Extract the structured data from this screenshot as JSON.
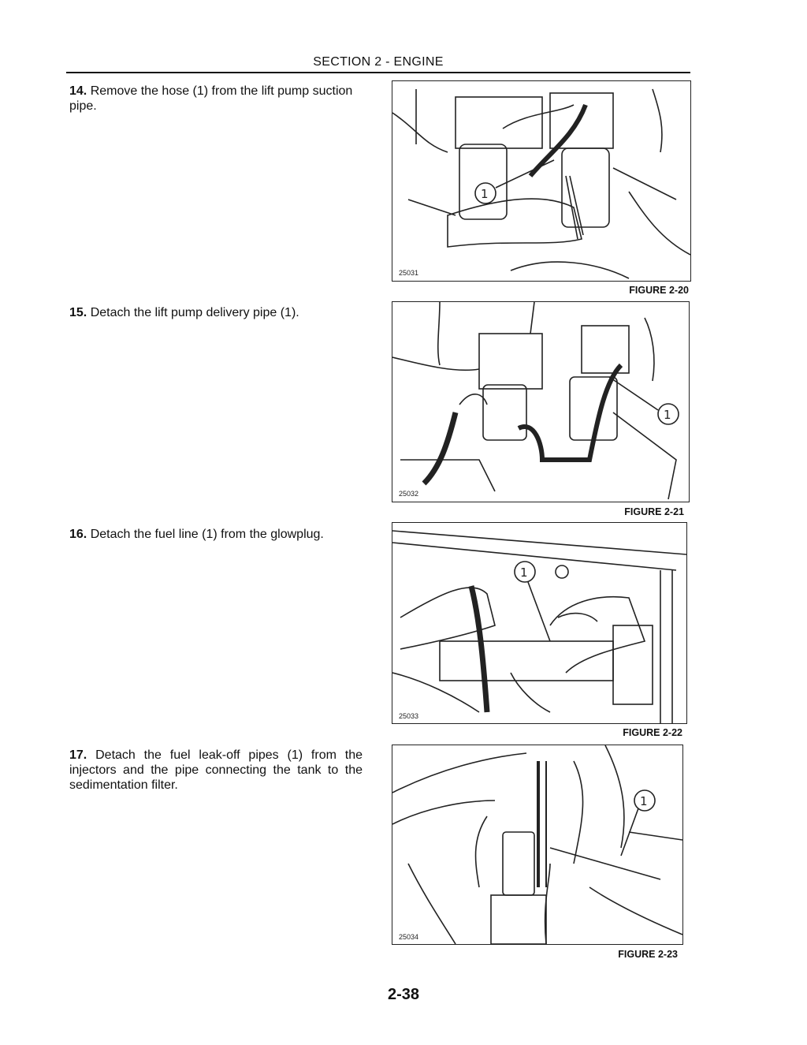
{
  "header": {
    "section": "SECTION 2 - ENGINE"
  },
  "steps": [
    {
      "num": "14.",
      "text": "Remove the hose (1) from the lift pump suction pipe."
    },
    {
      "num": "15.",
      "text": "Detach the lift pump delivery pipe (1)."
    },
    {
      "num": "16.",
      "text": "Detach the fuel line (1) from the glowplug."
    },
    {
      "num": "17.",
      "text": "Detach the fuel leak-off pipes (1) from the injectors and the pipe connecting the tank to the sedimentation filter."
    }
  ],
  "figures": [
    {
      "image_number": "25031",
      "caption": "FIGURE 2-20",
      "callout": "1"
    },
    {
      "image_number": "25032",
      "caption": "FIGURE 2-21",
      "callout": "1"
    },
    {
      "image_number": "25033",
      "caption": "FIGURE 2-22",
      "callout": "1"
    },
    {
      "image_number": "25034",
      "caption": "FIGURE 2-23",
      "callout": "1"
    }
  ],
  "footer": {
    "page_number": "2-38"
  }
}
